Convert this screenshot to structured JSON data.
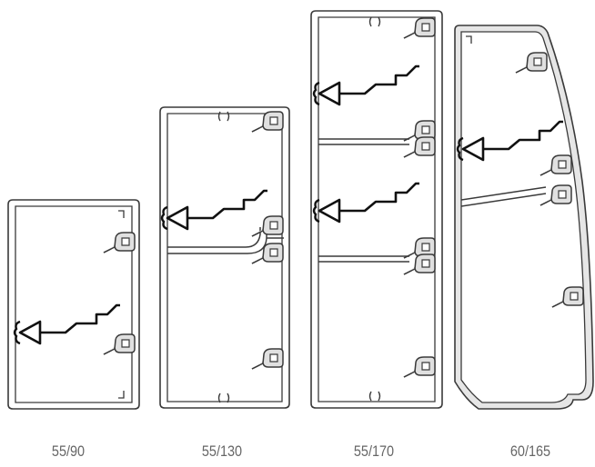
{
  "profiles": [
    {
      "label": "55/90"
    },
    {
      "label": "55/130"
    },
    {
      "label": "55/170"
    },
    {
      "label": "60/165"
    }
  ],
  "colors": {
    "outline": "#3a3a3a",
    "wall_fill": "#e0e0e0",
    "wire": "#111111",
    "label": "#666666"
  }
}
